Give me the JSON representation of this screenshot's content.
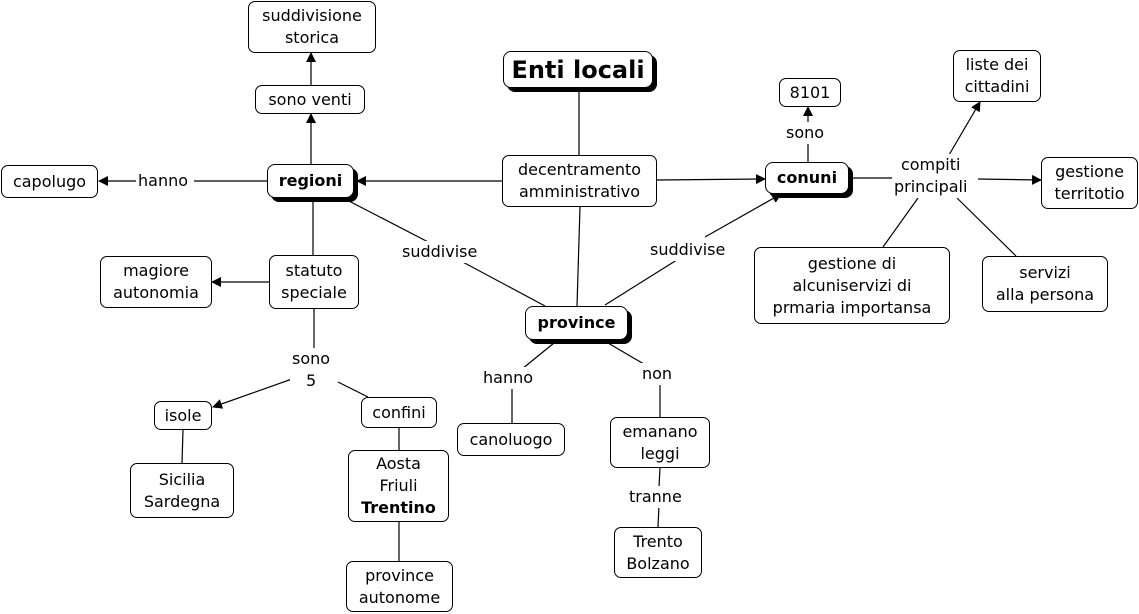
{
  "map_title": "Enti locali",
  "nodes": {
    "enti_locali": "Enti locali",
    "decentramento": "decentramento\namministrativo",
    "regioni": "regioni",
    "conuni": "conuni",
    "province": "province",
    "sono_venti": "sono venti",
    "suddivisione_storica": "suddivisione\nstorica",
    "capolugo": "capolugo",
    "statuto_speciale": "statuto\nspeciale",
    "magiore_autonomia": "magiore\nautonomia",
    "isole": "isole",
    "sicilia_sardegna": "Sicilia\nSardegna",
    "confini": "confini",
    "aosta_friuli": "Aosta\nFriuli",
    "trentino": "Trentino",
    "province_autonome": "province\nautonome",
    "canoluogo": "canoluogo",
    "emanano_leggi": "emanano\nleggi",
    "trento_bolzano": "Trento\nBolzano",
    "n8101": "8101",
    "liste_cittadini": "liste dei\ncittadini",
    "gestione_territorio": "gestione\nterritotio",
    "gestione_servizi": "gestione di\nalcuniservizi di\nprmaria importansa",
    "servizi_persona": "servizi\nalla persona"
  },
  "links": {
    "hanno_capolugo": "hanno",
    "suddivise_left": "suddivise",
    "suddivise_right": "suddivise",
    "sono_5": "sono\n5",
    "sono_8101": "sono",
    "compiti": "compiti\nprincipali",
    "hanno_province": "hanno",
    "non": "non",
    "tranne": "tranne"
  }
}
